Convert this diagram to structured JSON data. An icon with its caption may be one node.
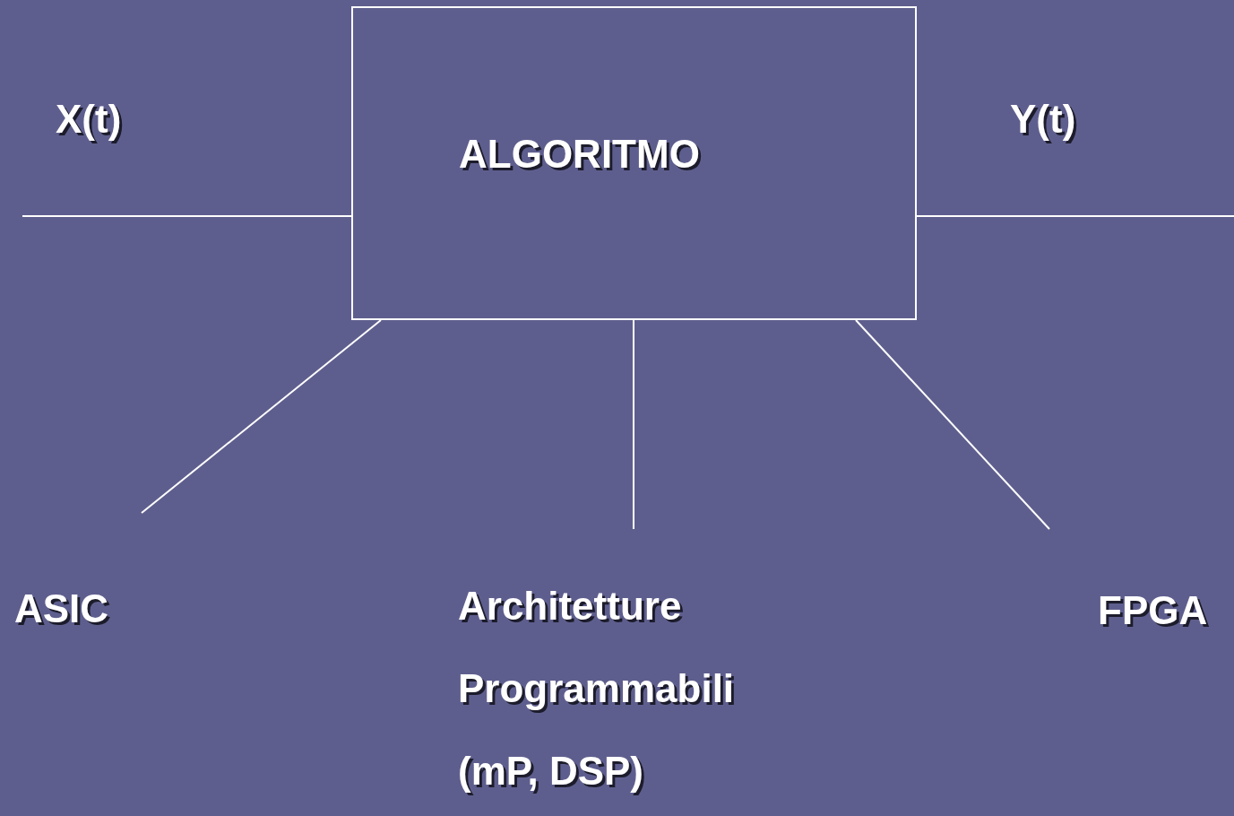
{
  "diagram": {
    "nodes": [
      {
        "text": [
          "ALGORITMO"
        ]
      },
      {
        "text": [
          "ASIC"
        ]
      },
      {
        "text": [
          "Architetture Programmabili (mP, DSP)"
        ]
      },
      {
        "text": [
          "FPGA"
        ]
      }
    ],
    "edges": [
      {
        "from": null,
        "to": 0,
        "arrow": "none",
        "label": "X(t)"
      },
      {
        "from": 0,
        "to": null,
        "arrow": "none",
        "label": "Y(t)"
      },
      {
        "from": 0,
        "to": 1,
        "arrow": "none"
      },
      {
        "from": 0,
        "to": 2,
        "arrow": "none"
      },
      {
        "from": 0,
        "to": 3,
        "arrow": "none"
      }
    ]
  }
}
